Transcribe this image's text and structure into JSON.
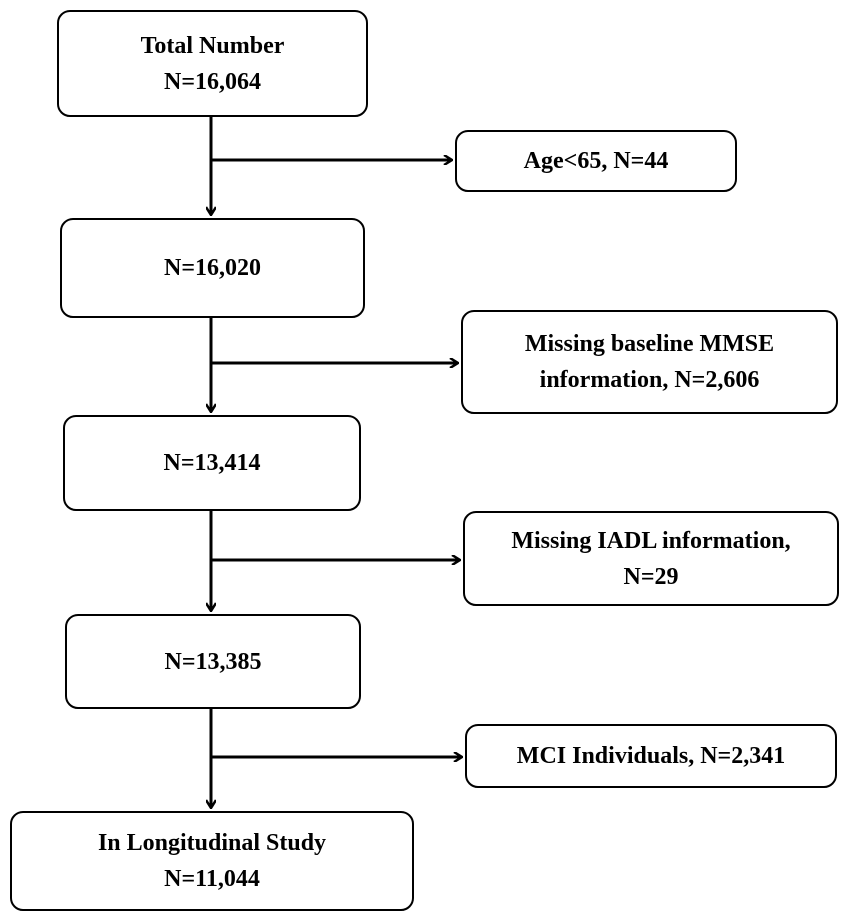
{
  "main_steps": [
    {
      "line1": "Total Number",
      "line2": "N=16,064"
    },
    {
      "line1": "N=16,020",
      "line2": ""
    },
    {
      "line1": "N=13,414",
      "line2": ""
    },
    {
      "line1": "N=13,385",
      "line2": ""
    },
    {
      "line1": "In Longitudinal Study",
      "line2": "N=11,044"
    }
  ],
  "exclusions": [
    {
      "line1": "Age<65, N=44",
      "line2": ""
    },
    {
      "line1": "Missing baseline MMSE",
      "line2": "information, N=2,606"
    },
    {
      "line1": "Missing IADL information,",
      "line2": "N=29"
    },
    {
      "line1": "MCI Individuals, N=2,341",
      "line2": ""
    }
  ]
}
